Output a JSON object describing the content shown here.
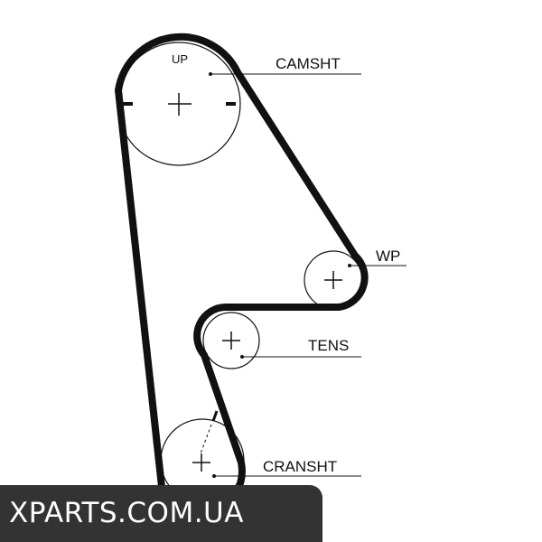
{
  "labels": {
    "up": "UP",
    "camshaft": "CAMSHT",
    "water_pump": "WP",
    "tensioner": "TENS",
    "crankshaft": "CRANSHT"
  },
  "watermark": "XPARTS.COM.UA",
  "colors": {
    "belt": "#111111",
    "pulley_outline": "#111111",
    "watermark_bg": "#333333",
    "watermark_text": "#ffffff"
  }
}
